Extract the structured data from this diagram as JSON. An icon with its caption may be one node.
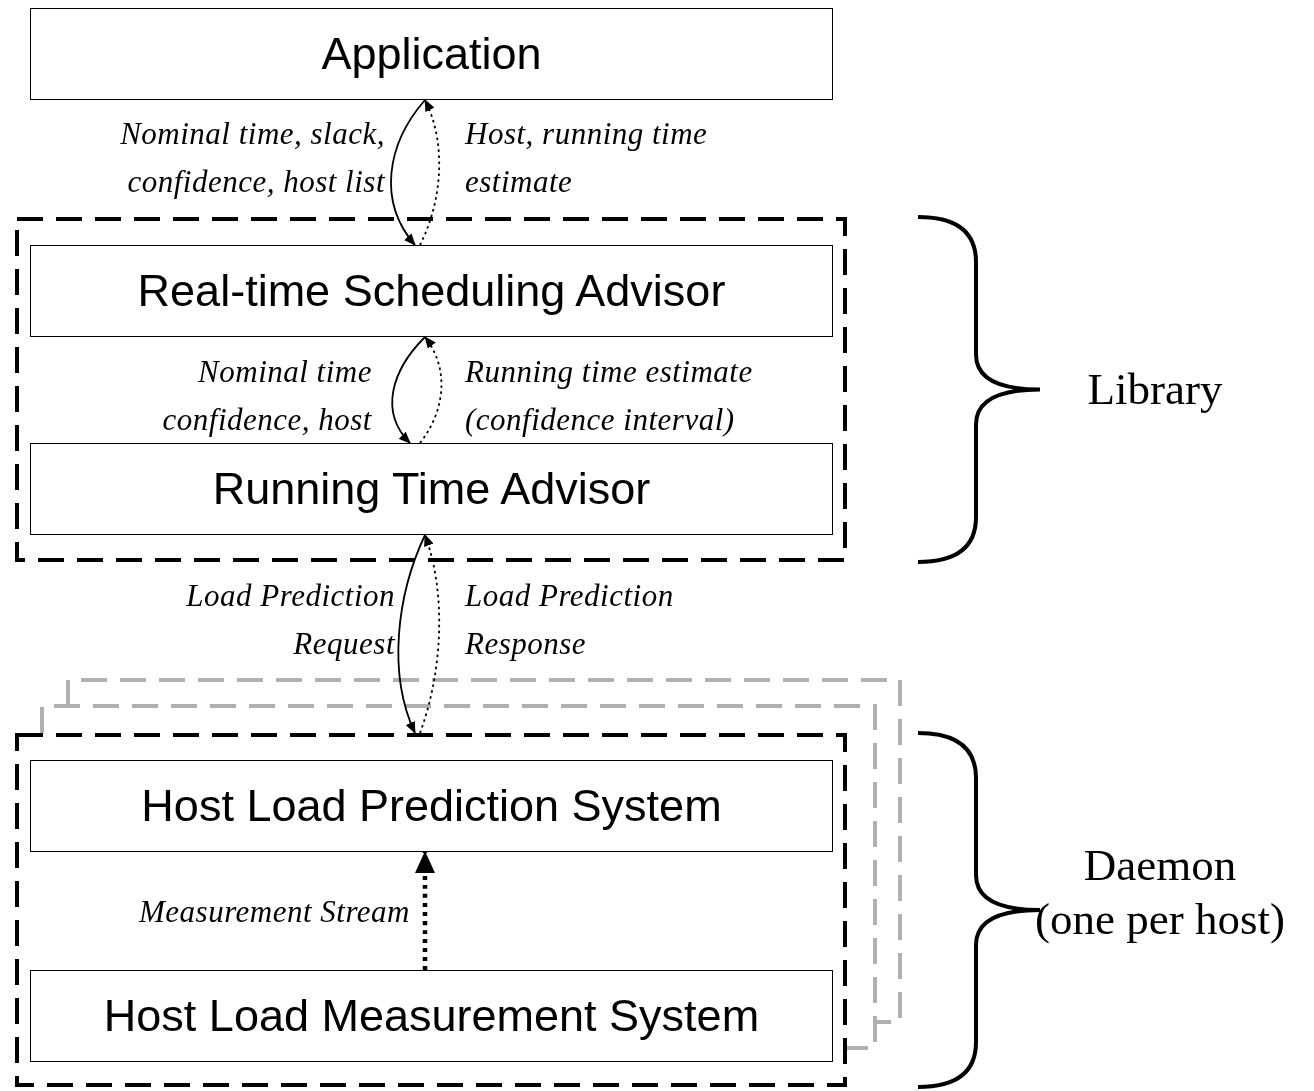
{
  "diagram": {
    "nodes": [
      {
        "text": [
          "Application"
        ]
      },
      {
        "text": [],
        "shape": "box"
      },
      {
        "text": [
          "Real-time Scheduling Advisor"
        ],
        "in": 1
      },
      {
        "text": [
          "Running Time Advisor"
        ],
        "in": 1
      },
      {
        "text": [],
        "shape": "box"
      },
      {
        "text": [
          "Host Load Prediction System"
        ],
        "in": 4
      },
      {
        "text": [
          "Host Load Measurement System"
        ],
        "in": 4
      }
    ],
    "edges": [
      {
        "from": 0,
        "to": 2,
        "arrow": "to",
        "label": "Nominal time, slack, confidence, host list"
      },
      {
        "from": 2,
        "to": 0,
        "arrow": "to",
        "label": "Host, running time estimate",
        "style": "dashed"
      },
      {
        "from": 2,
        "to": 3,
        "arrow": "to",
        "label": "Nominal time confidence, host"
      },
      {
        "from": 3,
        "to": 2,
        "arrow": "to",
        "label": "Running time estimate (confidence interval)",
        "style": "dashed"
      },
      {
        "from": 3,
        "to": 4,
        "arrow": "to",
        "label": "Load Prediction Request"
      },
      {
        "from": 4,
        "to": 3,
        "arrow": "to",
        "label": "Load Prediction Response",
        "style": "dashed"
      },
      {
        "from": 6,
        "to": 5,
        "arrow": "to",
        "label": "Measurement Stream",
        "style": "dashed"
      }
    ],
    "labels": [
      "Library",
      "Daemon",
      "(one per host)"
    ]
  }
}
